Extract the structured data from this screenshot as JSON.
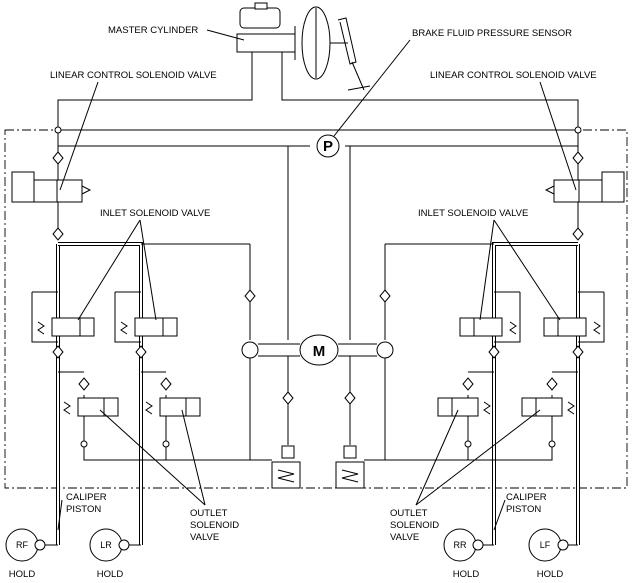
{
  "labels": {
    "master_cylinder": "MASTER CYLINDER",
    "brake_fluid_pressure_sensor": "BRAKE FLUID PRESSURE SENSOR",
    "linear_valve_left": "LINEAR CONTROL SOLENOID VALVE",
    "linear_valve_right": "LINEAR CONTROL SOLENOID VALVE",
    "inlet_left": "INLET SOLENOID VALVE",
    "inlet_right": "INLET SOLENOID VALVE",
    "outlet_left": [
      "OUTLET",
      "SOLENOID",
      "VALVE"
    ],
    "outlet_right": [
      "OUTLET",
      "SOLENOID",
      "VALVE"
    ],
    "caliper_left": [
      "CALIPER",
      "PISTON"
    ],
    "caliper_right": [
      "CALIPER",
      "PISTON"
    ],
    "pressure_symbol": "P",
    "motor_symbol": "M"
  },
  "wheels": [
    {
      "name": "RF",
      "mode": "HOLD"
    },
    {
      "name": "LR",
      "mode": "HOLD"
    },
    {
      "name": "RR",
      "mode": "HOLD"
    },
    {
      "name": "LF",
      "mode": "HOLD"
    }
  ]
}
